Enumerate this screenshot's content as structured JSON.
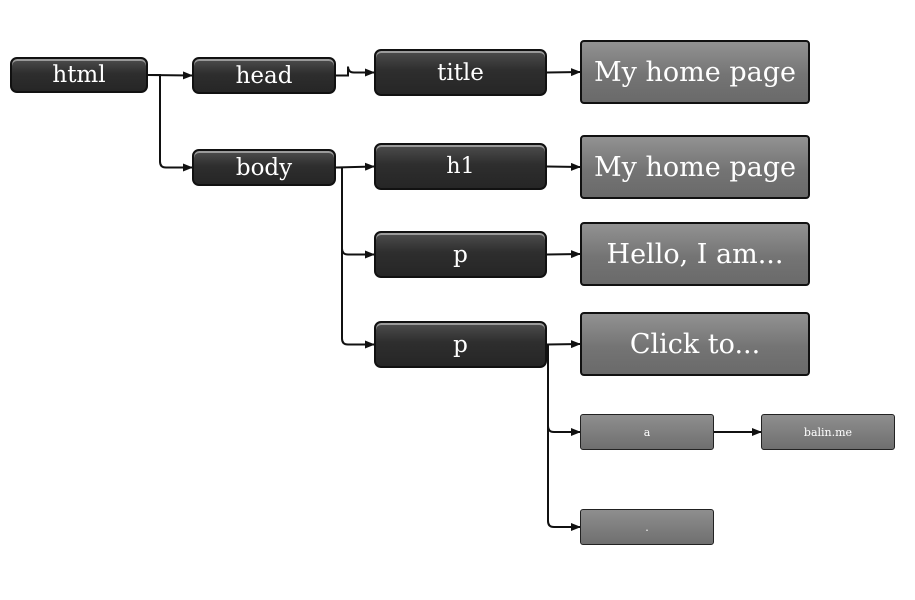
{
  "nodes": {
    "html": "html",
    "head": "head",
    "title": "title",
    "title_text": "My home page",
    "body": "body",
    "h1": "h1",
    "h1_text": "My home page",
    "p1": "p",
    "p1_text": "Hello, I am...",
    "p2": "p",
    "p2_text": "Click to...",
    "a": "a",
    "a_text": "balin.me",
    "p2_tail_text": "."
  },
  "edges": [
    [
      "html",
      "head"
    ],
    [
      "head",
      "title"
    ],
    [
      "title",
      "title_text"
    ],
    [
      "html",
      "body"
    ],
    [
      "body",
      "h1"
    ],
    [
      "h1",
      "h1_text"
    ],
    [
      "body",
      "p1"
    ],
    [
      "p1",
      "p1_text"
    ],
    [
      "body",
      "p2"
    ],
    [
      "p2",
      "p2_text"
    ],
    [
      "p2",
      "a"
    ],
    [
      "a",
      "a_text"
    ],
    [
      "p2",
      "p2_tail_text"
    ]
  ]
}
